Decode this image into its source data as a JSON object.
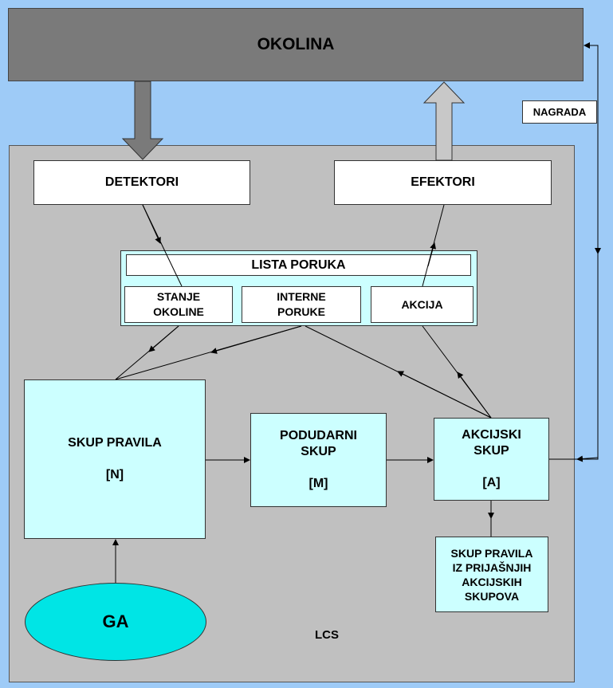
{
  "environment": {
    "label": "OKOLINA"
  },
  "reward": {
    "label": "NAGRADA"
  },
  "detectors": {
    "label": "DETEKTORI"
  },
  "effectors": {
    "label": "EFEKTORI"
  },
  "message_list": {
    "title": "LISTA PORUKA",
    "environment_state": {
      "line1": "STANJE",
      "line2": "OKOLINE"
    },
    "internal_messages": {
      "line1": "INTERNE",
      "line2": "PORUKE"
    },
    "action": {
      "label": "AKCIJA"
    }
  },
  "rule_set": {
    "line1": "SKUP PRAVILA",
    "line2": "[N]"
  },
  "match_set": {
    "line1": "PODUDARNI",
    "line2": "SKUP",
    "line3": "[M]"
  },
  "action_set": {
    "line1": "AKCIJSKI",
    "line2": "SKUP",
    "line3": "[A]"
  },
  "previous_sets": {
    "line1": "SKUP PRAVILA",
    "line2": "IZ PRIJAŠNJIH",
    "line3": "AKCIJSKIH",
    "line4": "SKUPOVA"
  },
  "ga": {
    "label": "GA"
  },
  "system": {
    "label": "LCS"
  },
  "colors": {
    "background": "#9ecbf7",
    "environment": "#7a7a7a",
    "system_panel": "#c0c0c0",
    "boxes": "#ccffff",
    "ga": "#00e5e5"
  }
}
